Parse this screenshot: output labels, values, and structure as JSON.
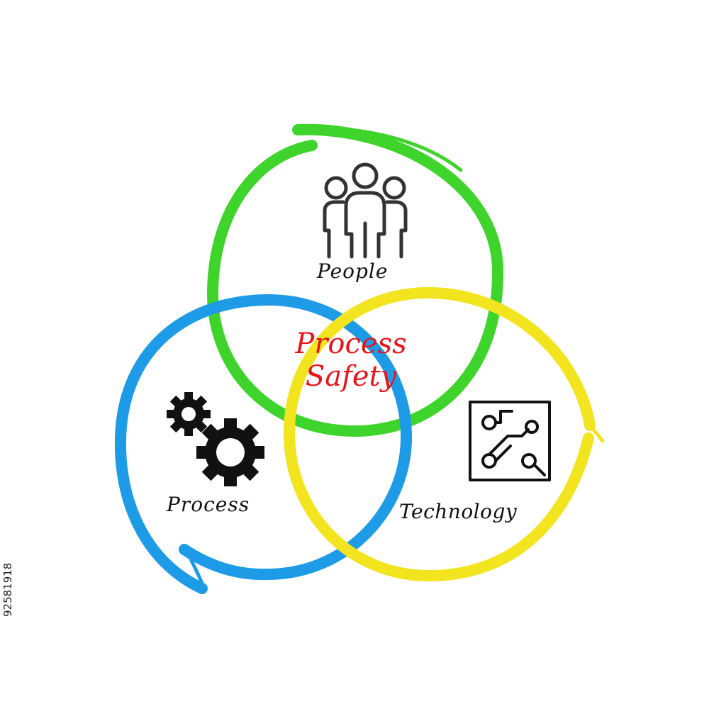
{
  "diagram": {
    "type": "venn",
    "center_title_line1": "Process",
    "center_title_line2": "Safety",
    "circles": [
      {
        "key": "people",
        "label": "People",
        "icon": "people-group-icon",
        "color": "#3fd42b"
      },
      {
        "key": "process",
        "label": "Process",
        "icon": "gears-icon",
        "color": "#1e9be6"
      },
      {
        "key": "technology",
        "label": "Technology",
        "icon": "circuit-board-icon",
        "color": "#f2e51f"
      }
    ],
    "title_color": "#e8141b"
  },
  "stock_id": "92581918"
}
